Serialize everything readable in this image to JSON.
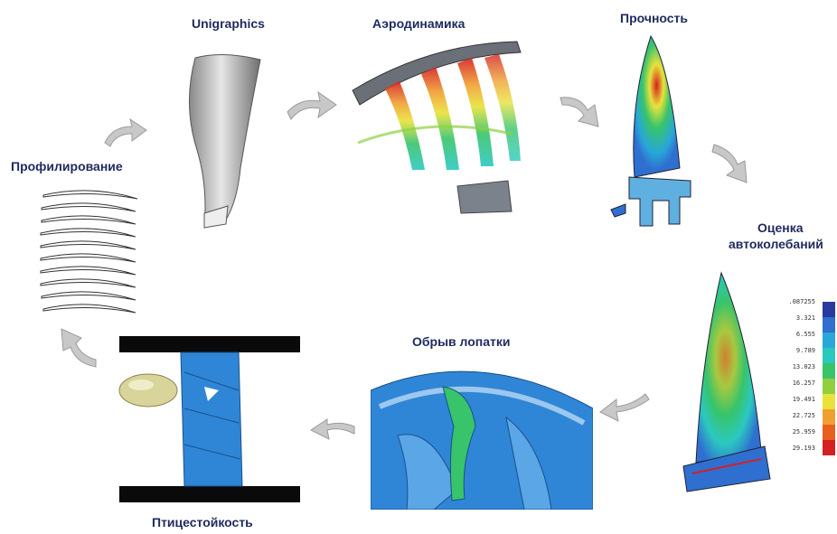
{
  "stages": {
    "profiling": "Профилирование",
    "unigraphics": "Unigraphics",
    "aerodynamics": "Аэродинамика",
    "strength": "Прочность",
    "flutter_line1": "Оценка",
    "flutter_line2": "автоколебаний",
    "blade_off": "Обрыв лопатки",
    "bird_strike": "Птицестойкость"
  },
  "legend": {
    "ticks": [
      ".087255",
      "3.321",
      "6.555",
      "9.789",
      "13.023",
      "16.257",
      "19.491",
      "22.725",
      "25.959",
      "29.193"
    ],
    "colors": [
      "#2a3a9e",
      "#2f6fd0",
      "#28a7d8",
      "#2bc8c0",
      "#37c46a",
      "#8fd040",
      "#e8e23a",
      "#f0a030",
      "#e8601e",
      "#d42020"
    ]
  },
  "colors": {
    "label": "#1e2a5e",
    "arrow": "#c8c8c8",
    "arrow_edge": "#9a9a9a",
    "fea_blue": "#2f86d6",
    "fea_red": "#e0322a"
  }
}
